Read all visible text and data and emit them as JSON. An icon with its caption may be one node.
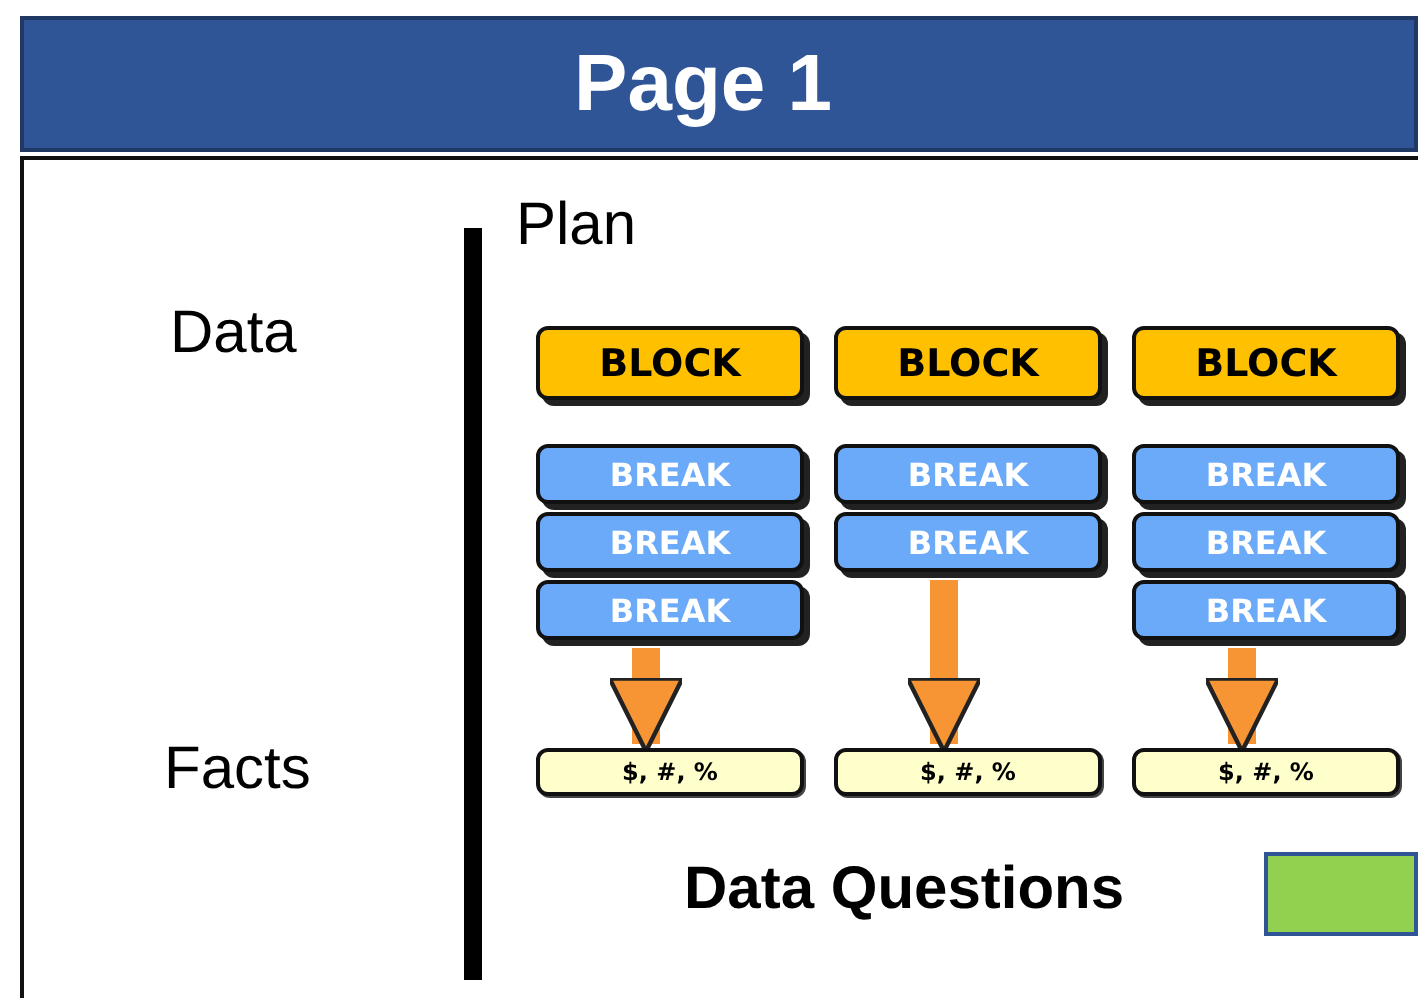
{
  "diagram": {
    "title": "Page 1",
    "nodes": [
      {
        "text": [
          "BLOCK"
        ]
      },
      {
        "text": [
          "BLOCK"
        ]
      },
      {
        "text": [
          "BLOCK"
        ]
      },
      {
        "text": [
          "BREAK"
        ]
      },
      {
        "text": [
          "BREAK"
        ]
      },
      {
        "text": [
          "BREAK"
        ]
      },
      {
        "text": [
          "BREAK"
        ]
      },
      {
        "text": [
          "BREAK"
        ]
      },
      {
        "text": [
          "BREAK"
        ]
      },
      {
        "text": [
          "BREAK"
        ]
      },
      {
        "text": [
          "BREAK"
        ]
      },
      {
        "text": [
          "$, #, %"
        ]
      },
      {
        "text": [
          "$, #, %"
        ]
      },
      {
        "text": [
          "$, #, %"
        ]
      },
      {
        "text": [],
        "shape": "box"
      }
    ],
    "edges": [
      {
        "from": 9,
        "to": 11,
        "arrow": "to"
      },
      {
        "from": 7,
        "to": 12,
        "arrow": "to"
      },
      {
        "from": 10,
        "to": 13,
        "arrow": "to"
      }
    ],
    "labels": [
      "Plan",
      "Data",
      "Facts",
      "Data Questions"
    ]
  }
}
